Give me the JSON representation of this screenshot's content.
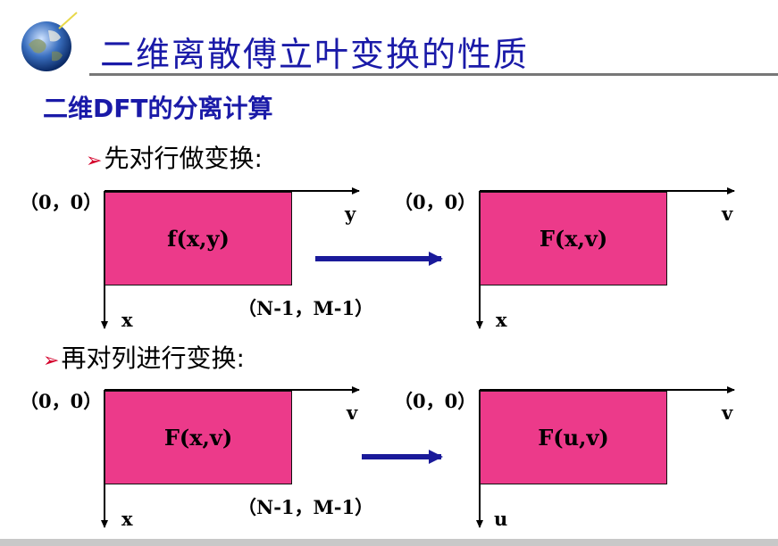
{
  "title": "二维离散傅立叶变换的性质",
  "subtitle": "二维DFT的分离计算",
  "steps": {
    "row": "先对行做变换:",
    "col": "再对列进行变换:"
  },
  "bullet_icon": "arrowhead-bullet-icon",
  "diagram1": {
    "left": {
      "origin": "（0，0）",
      "box": "f(x,y)",
      "xaxis": "x",
      "yaxis": "y",
      "corner": "（N-1，M-1）"
    },
    "right": {
      "origin": "（0，0）",
      "box": "F(x,v)",
      "xaxis": "x",
      "yaxis": "v"
    }
  },
  "diagram2": {
    "left": {
      "origin": "（0，0）",
      "box": "F(x,v)",
      "xaxis": "x",
      "yaxis": "v",
      "corner": "（N-1，M-1）"
    },
    "right": {
      "origin": "（0，0）",
      "box": "F(u,v)",
      "xaxis": "u",
      "yaxis": "v"
    }
  },
  "colors": {
    "title": "#1a1aa8",
    "box_fill": "#ec3a8a",
    "transform_arrow": "#1a1a9a",
    "bullet": "#d4002a"
  }
}
